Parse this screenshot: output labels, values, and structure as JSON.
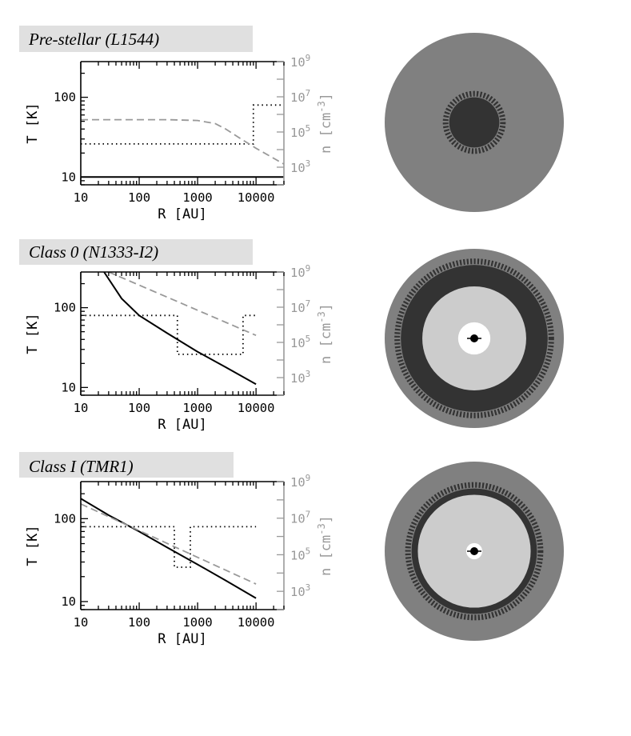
{
  "chart_data": [
    {
      "type": "line",
      "title": "Pre-stellar (L1544)",
      "xlabel": "R [AU]",
      "ylabel_left": "T [K]",
      "ylabel_right_base": "n [cm",
      "ylabel_right_exp": "-3",
      "ylabel_right_close": "]",
      "xlim": [
        10,
        30000
      ],
      "ylim": [
        8,
        280
      ],
      "x_log": true,
      "y_log": true,
      "right_ylim": [
        100.0,
        1000000000.0
      ],
      "x_ticks": [
        10,
        100,
        1000,
        10000
      ],
      "x_tick_labels": [
        "10",
        "100",
        "1000",
        "10000"
      ],
      "y_ticks": [
        10,
        100
      ],
      "y_tick_labels": [
        "10",
        "100"
      ],
      "right_ticks": [
        3,
        5,
        7,
        9
      ],
      "right_tick_base": "10",
      "series": [
        {
          "style": "solid",
          "color": "#000000",
          "points": [
            [
              10,
              10
            ],
            [
              30000,
              10
            ]
          ]
        },
        {
          "style": "dotted",
          "color": "#000000",
          "points": [
            [
              10,
              26
            ],
            [
              9000,
              26
            ],
            [
              9000,
              80
            ],
            [
              30000,
              80
            ]
          ]
        },
        {
          "style": "dashed",
          "color": "#999999",
          "axis": "right",
          "points": [
            [
              10,
              500000.0
            ],
            [
              300,
              500000.0
            ],
            [
              1000,
              450000.0
            ],
            [
              2000,
              300000.0
            ],
            [
              3000,
              150000.0
            ],
            [
              5000,
              50000.0
            ],
            [
              10000,
              12000.0
            ],
            [
              30000,
              1500.0
            ]
          ]
        }
      ],
      "diagram": {
        "outer_color": "#808080",
        "inner_color": "#333333",
        "inner_hatched": true,
        "hot_core": false,
        "star": false
      }
    },
    {
      "type": "line",
      "title": "Class 0 (N1333-I2)",
      "xlabel": "R [AU]",
      "ylabel_left": "T [K]",
      "ylabel_right_base": "n [cm",
      "ylabel_right_exp": "-3",
      "ylabel_right_close": "]",
      "xlim": [
        10,
        30000
      ],
      "ylim": [
        8,
        280
      ],
      "x_log": true,
      "y_log": true,
      "right_ylim": [
        100.0,
        1000000000.0
      ],
      "x_ticks": [
        10,
        100,
        1000,
        10000
      ],
      "x_tick_labels": [
        "10",
        "100",
        "1000",
        "10000"
      ],
      "y_ticks": [
        10,
        100
      ],
      "y_tick_labels": [
        "10",
        "100"
      ],
      "right_ticks": [
        3,
        5,
        7,
        9
      ],
      "right_tick_base": "10",
      "series": [
        {
          "style": "solid",
          "color": "#000000",
          "points": [
            [
              25,
              280
            ],
            [
              50,
              130
            ],
            [
              100,
              80
            ],
            [
              300,
              48
            ],
            [
              1000,
              28
            ],
            [
              3000,
              18
            ],
            [
              10000,
              11
            ]
          ]
        },
        {
          "style": "dotted",
          "color": "#000000",
          "points": [
            [
              10,
              80
            ],
            [
              450,
              80
            ],
            [
              450,
              26
            ],
            [
              6000,
              26
            ],
            [
              6000,
              80
            ],
            [
              10000,
              80
            ]
          ]
        },
        {
          "style": "dashed",
          "color": "#999999",
          "axis": "right",
          "points": [
            [
              30,
              1000000000.0
            ],
            [
              10000,
              250000.0
            ]
          ]
        }
      ],
      "diagram": {
        "outer_color": "#808080",
        "inner_color": "#333333",
        "inner_hatched": true,
        "hot_core": true,
        "star": true
      }
    },
    {
      "type": "line",
      "title": "Class I (TMR1)",
      "xlabel": "R [AU]",
      "ylabel_left": "T [K]",
      "ylabel_right_base": "n [cm",
      "ylabel_right_exp": "-3",
      "ylabel_right_close": "]",
      "xlim": [
        10,
        30000
      ],
      "ylim": [
        8,
        280
      ],
      "x_log": true,
      "y_log": true,
      "right_ylim": [
        100.0,
        1000000000.0
      ],
      "x_ticks": [
        10,
        100,
        1000,
        10000
      ],
      "x_tick_labels": [
        "10",
        "100",
        "1000",
        "10000"
      ],
      "y_ticks": [
        10,
        100
      ],
      "y_tick_labels": [
        "10",
        "100"
      ],
      "right_ticks": [
        3,
        5,
        7,
        9
      ],
      "right_tick_base": "10",
      "series": [
        {
          "style": "solid",
          "color": "#000000",
          "points": [
            [
              10,
              175
            ],
            [
              30,
              110
            ],
            [
              100,
              70
            ],
            [
              300,
              45
            ],
            [
              1000,
              28
            ],
            [
              3000,
              18
            ],
            [
              10000,
              11
            ]
          ]
        },
        {
          "style": "dotted",
          "color": "#000000",
          "points": [
            [
              10,
              80
            ],
            [
              400,
              80
            ],
            [
              400,
              26
            ],
            [
              750,
              26
            ],
            [
              750,
              80
            ],
            [
              10000,
              80
            ]
          ]
        },
        {
          "style": "dashed",
          "color": "#999999",
          "axis": "right",
          "points": [
            [
              10,
              60000000.0
            ],
            [
              10000,
              2500.0
            ]
          ]
        }
      ],
      "diagram": {
        "outer_color": "#808080",
        "inner_color": "#333333",
        "inner_hatched": true,
        "hot_core": true,
        "star": true
      }
    }
  ]
}
